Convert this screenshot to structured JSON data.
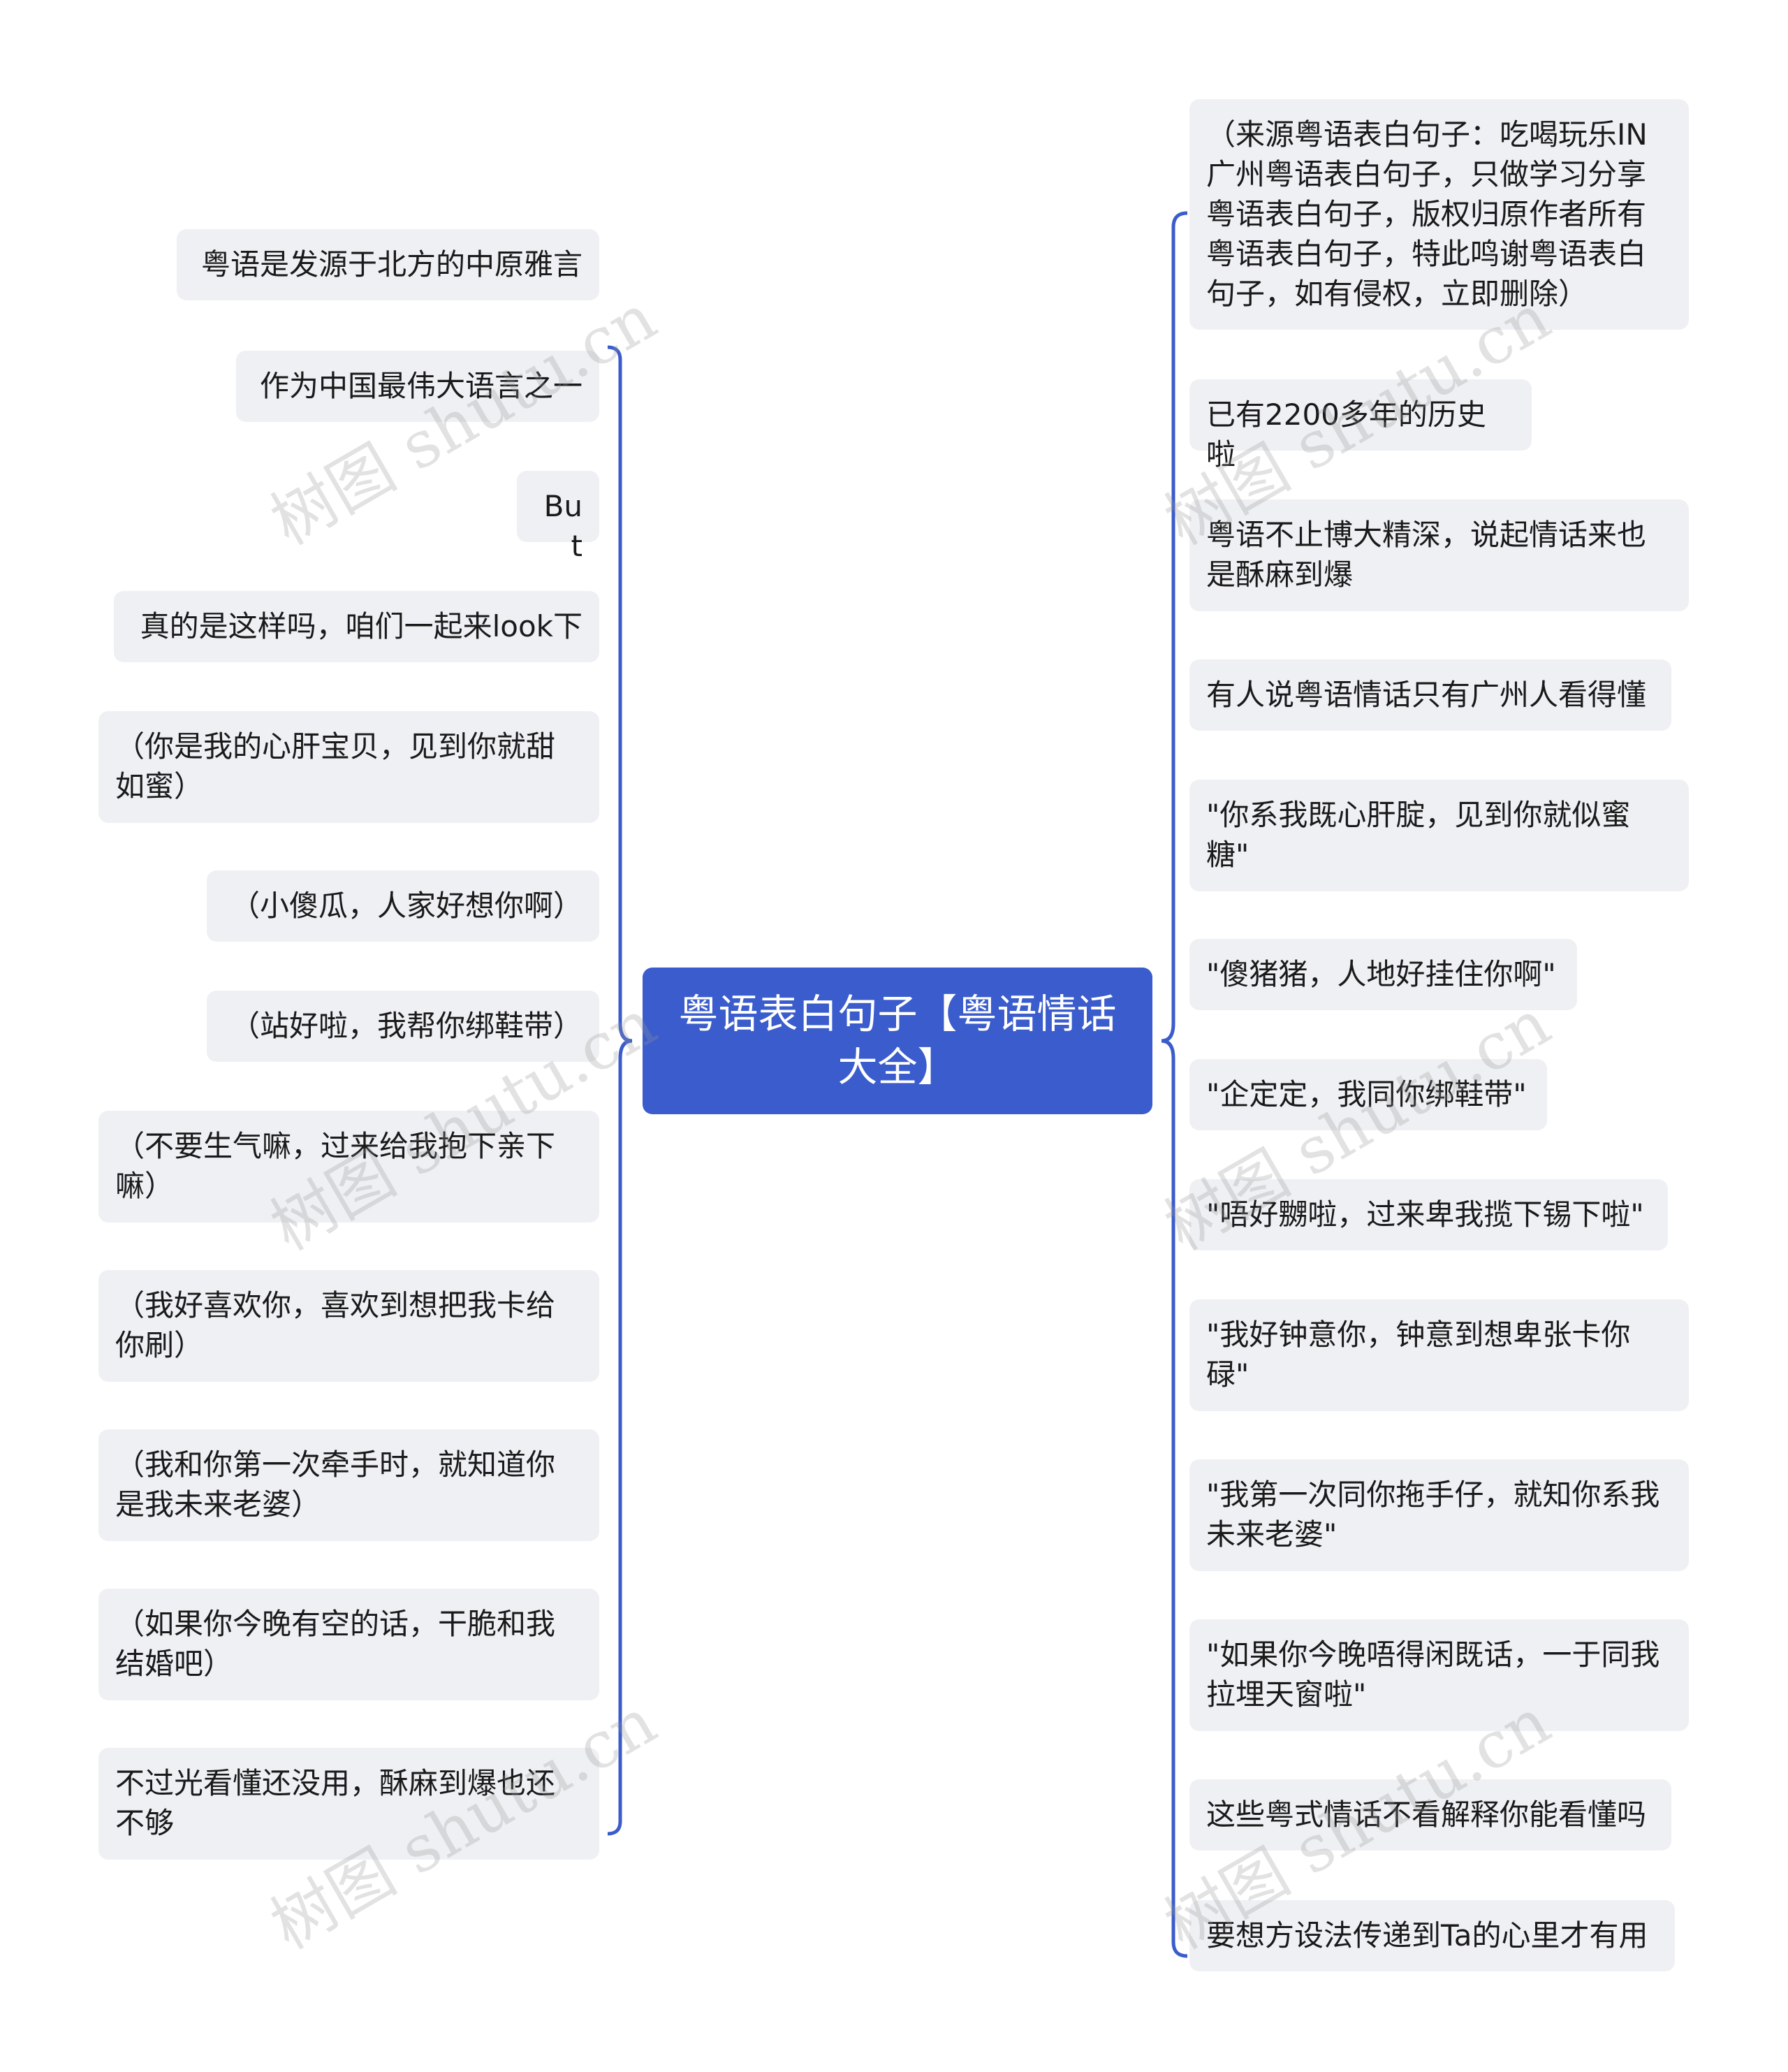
{
  "root": {
    "label": "粤语表白句子【粤语情话大全】"
  },
  "left_detached": {
    "label": "粤语是发源于北方的中原雅言"
  },
  "left_nodes": [
    "作为中国最伟大语言之一",
    "But",
    "真的是这样吗，咱们一起来look下",
    "（你是我的心肝宝贝，见到你就甜如蜜）",
    "（小傻瓜，人家好想你啊）",
    "（站好啦，我帮你绑鞋带）",
    "（不要生气嘛，过来给我抱下亲下嘛）",
    "（我好喜欢你，喜欢到想把我卡给你刷）",
    "（我和你第一次牵手时，就知道你是我未来老婆）",
    "（如果你今晚有空的话，干脆和我结婚吧）",
    "不过光看懂还没用，酥麻到爆也还不够"
  ],
  "right_nodes": [
    "（来源粤语表白句子：吃喝玩乐IN广州粤语表白句子，只做学习分享粤语表白句子，版权归原作者所有粤语表白句子，特此鸣谢粤语表白句子，如有侵权，立即删除）",
    "已有2200多年的历史啦",
    "粤语不止博大精深，说起情话来也是酥麻到爆",
    "有人说粤语情话只有广州人看得懂",
    "\"你系我既心肝腚，见到你就似蜜糖\"",
    "\"傻猪猪，人地好挂住你啊\"",
    "\"企定定，我同你绑鞋带\"",
    "\"唔好嬲啦，过来卑我揽下锡下啦\"",
    "\"我好钟意你，钟意到想卑张卡你碌\"",
    "\"我第一次同你拖手仔，就知你系我未来老婆\"",
    "\"如果你今晚唔得闲既话，一于同我拉埋天窗啦\"",
    "这些粤式情话不看解释你能看懂吗",
    "要想方设法传递到Ta的心里才有用"
  ],
  "watermark": "树图 shutu.cn",
  "colors": {
    "root_fill": "#3a5ccc",
    "connector": "#3a5ccc",
    "node_fill": "#eef0f3"
  }
}
